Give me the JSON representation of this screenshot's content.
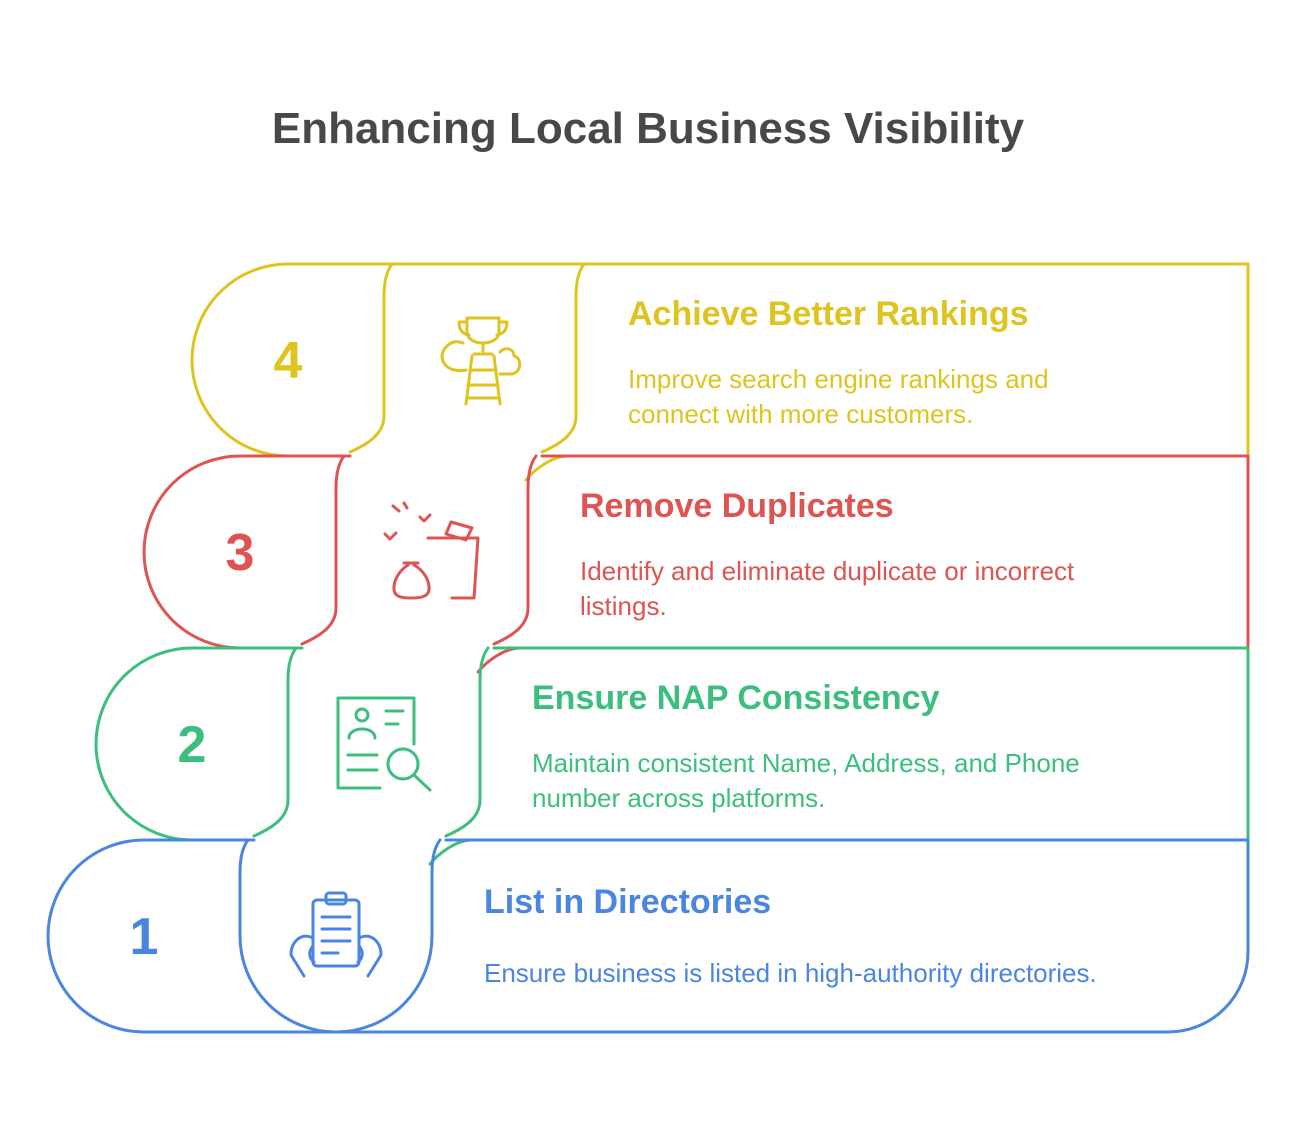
{
  "title": "Enhancing Local Business Visibility",
  "steps": [
    {
      "number": "1",
      "title": "List in Directories",
      "desc_lines": [
        "Ensure business is listed in high-authority directories."
      ],
      "color": "#4a86e0",
      "icon": "clipboard-hands-icon"
    },
    {
      "number": "2",
      "title": "Ensure NAP Consistency",
      "desc_lines": [
        "Maintain consistent Name, Address, and Phone",
        "number across platforms."
      ],
      "color": "#3cbf7e",
      "icon": "id-card-search-icon"
    },
    {
      "number": "3",
      "title": "Remove Duplicates",
      "desc_lines": [
        "Identify and eliminate duplicate or incorrect",
        "listings."
      ],
      "color": "#de5453",
      "icon": "trash-bin-bag-icon"
    },
    {
      "number": "4",
      "title": "Achieve Better Rankings",
      "desc_lines": [
        "Improve search engine rankings and",
        "connect with more customers."
      ],
      "color": "#dfc31f",
      "icon": "trophy-ladder-icon"
    }
  ]
}
